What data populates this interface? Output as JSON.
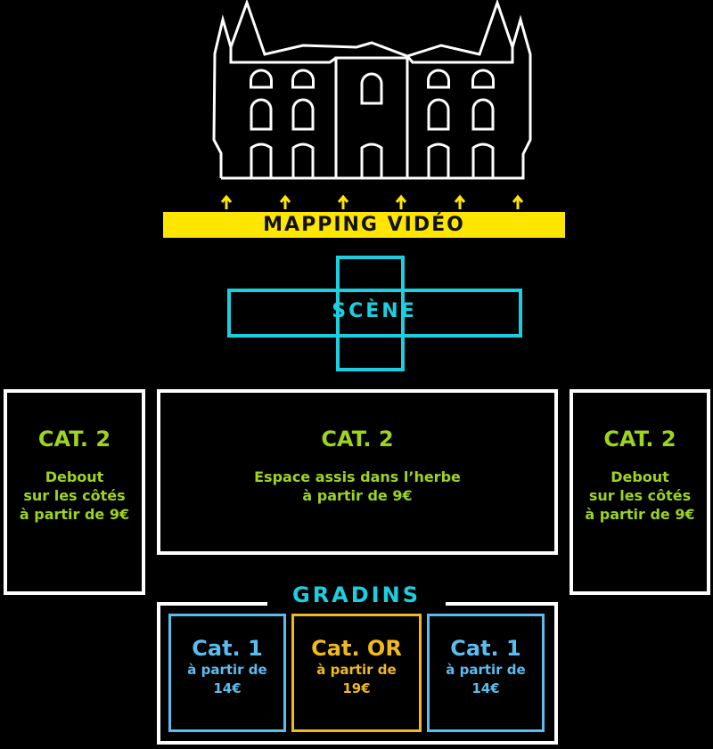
{
  "colors": {
    "stage": "#1ccfe0",
    "cat2": "#9ed41c",
    "cat1": "#5bbcf0",
    "cat_or": "#f0b91c",
    "banner": "#ffe600"
  },
  "banner": {
    "label": "MAPPING VIDÉO"
  },
  "stage": {
    "label": "SCÈNE"
  },
  "zones": {
    "left": {
      "title": "CAT. 2",
      "lines": [
        "Debout",
        "sur les côtés",
        "à partir de 9€"
      ]
    },
    "center": {
      "title": "CAT. 2",
      "lines": [
        "Espace assis dans l’herbe",
        "à partir de 9€"
      ]
    },
    "right": {
      "title": "CAT. 2",
      "lines": [
        "Debout",
        "sur les côtés",
        "à partir de 9€"
      ]
    }
  },
  "gradins": {
    "label": "GRADINS",
    "sections": [
      {
        "title": "Cat. 1",
        "line1": "à partir de",
        "price": "14€"
      },
      {
        "title": "Cat. OR",
        "line1": "à partir de",
        "price": "19€"
      },
      {
        "title": "Cat. 1",
        "line1": "à partir de",
        "price": "14€"
      }
    ]
  }
}
